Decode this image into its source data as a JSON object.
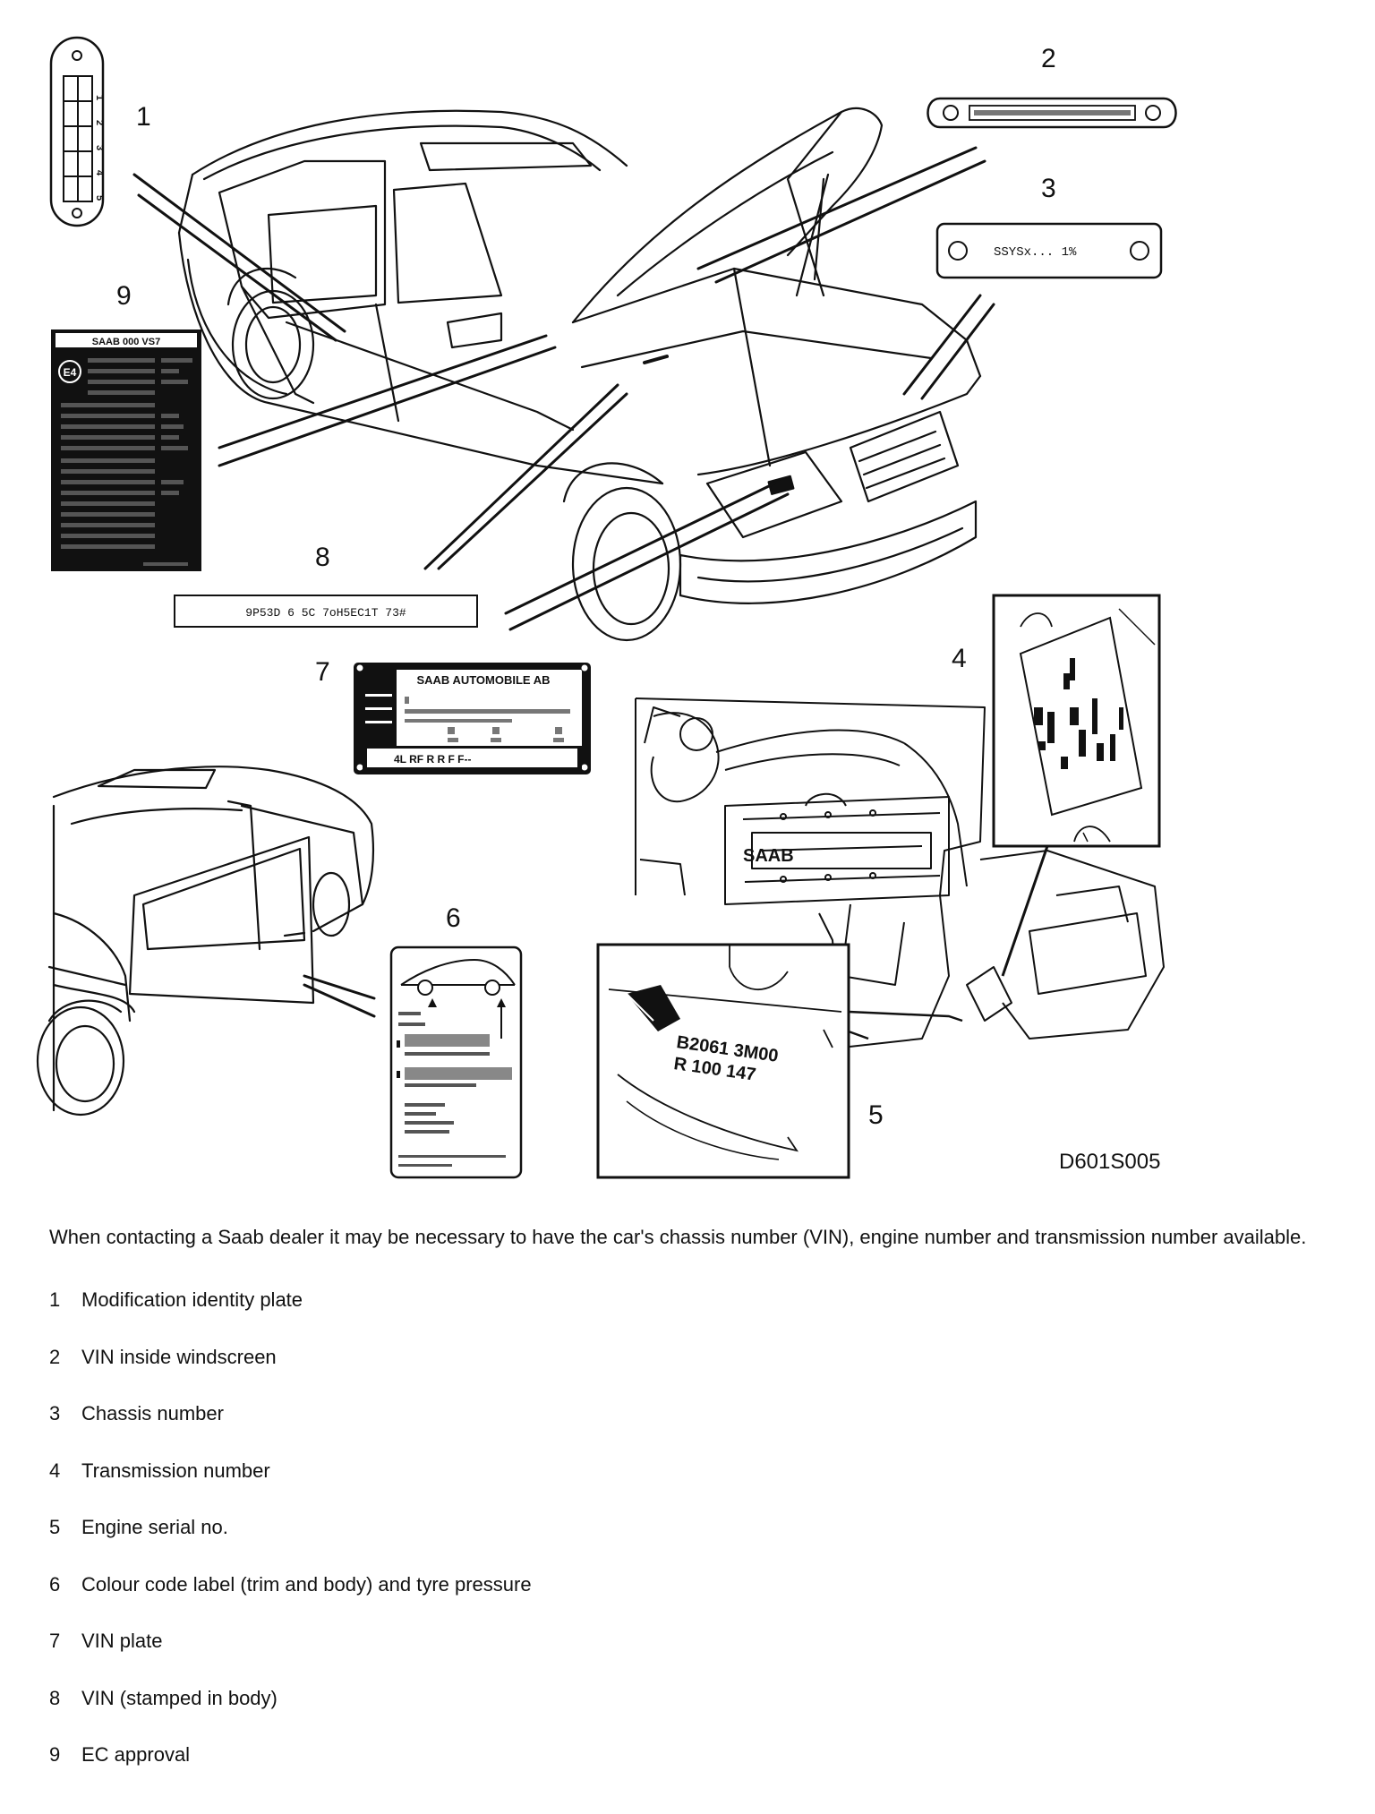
{
  "figure": {
    "code": "D601S005",
    "callouts": [
      "1",
      "2",
      "3",
      "4",
      "5",
      "6",
      "7",
      "8",
      "9"
    ],
    "plates": {
      "modification_plate_digits": [
        "1",
        "2",
        "3",
        "4",
        "5"
      ],
      "chassis_plate_text": "SSYSx... 1%",
      "ec_label_title": "SAAB 000 VS7",
      "ec_label_badge": "E4",
      "vin_stamp_text": "9P53D 6 5C 7oH5EC1T 73#",
      "vin_plate_title": "SAAB AUTOMOBILE AB",
      "vin_plate_footer": "4L  RF  R  R  F  F--",
      "engine_marking_line1": "B2061 3M00",
      "engine_marking_line2": "R 100 147",
      "engine_brand": "SAAB"
    }
  },
  "intro": "When contacting a Saab dealer it may be necessary to have the car's chassis number (VIN), engine number and transmission number available.",
  "legend": [
    {
      "num": "1",
      "label": "Modification identity plate"
    },
    {
      "num": "2",
      "label": "VIN inside windscreen"
    },
    {
      "num": "3",
      "label": "Chassis number"
    },
    {
      "num": "4",
      "label": "Transmission number"
    },
    {
      "num": "5",
      "label": "Engine serial no."
    },
    {
      "num": "6",
      "label": "Colour code label (trim and body) and tyre pressure"
    },
    {
      "num": "7",
      "label": "VIN plate"
    },
    {
      "num": "8",
      "label": "VIN (stamped in body)"
    },
    {
      "num": "9",
      "label": "EC approval"
    }
  ]
}
